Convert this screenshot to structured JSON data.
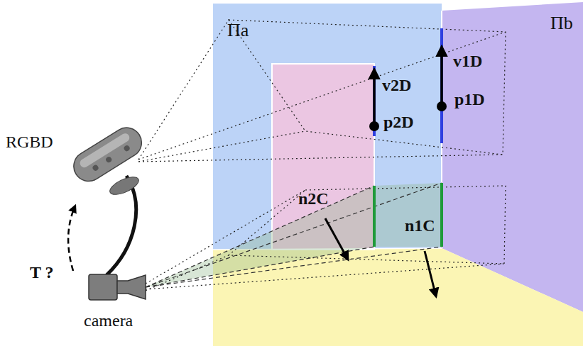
{
  "diagram": {
    "labels": [
      "Πa",
      "Πb",
      "v2D",
      "p2D",
      "v1D",
      "p1D",
      "n2C",
      "n1C",
      "RGBD",
      "T ?",
      "camera"
    ]
  }
}
